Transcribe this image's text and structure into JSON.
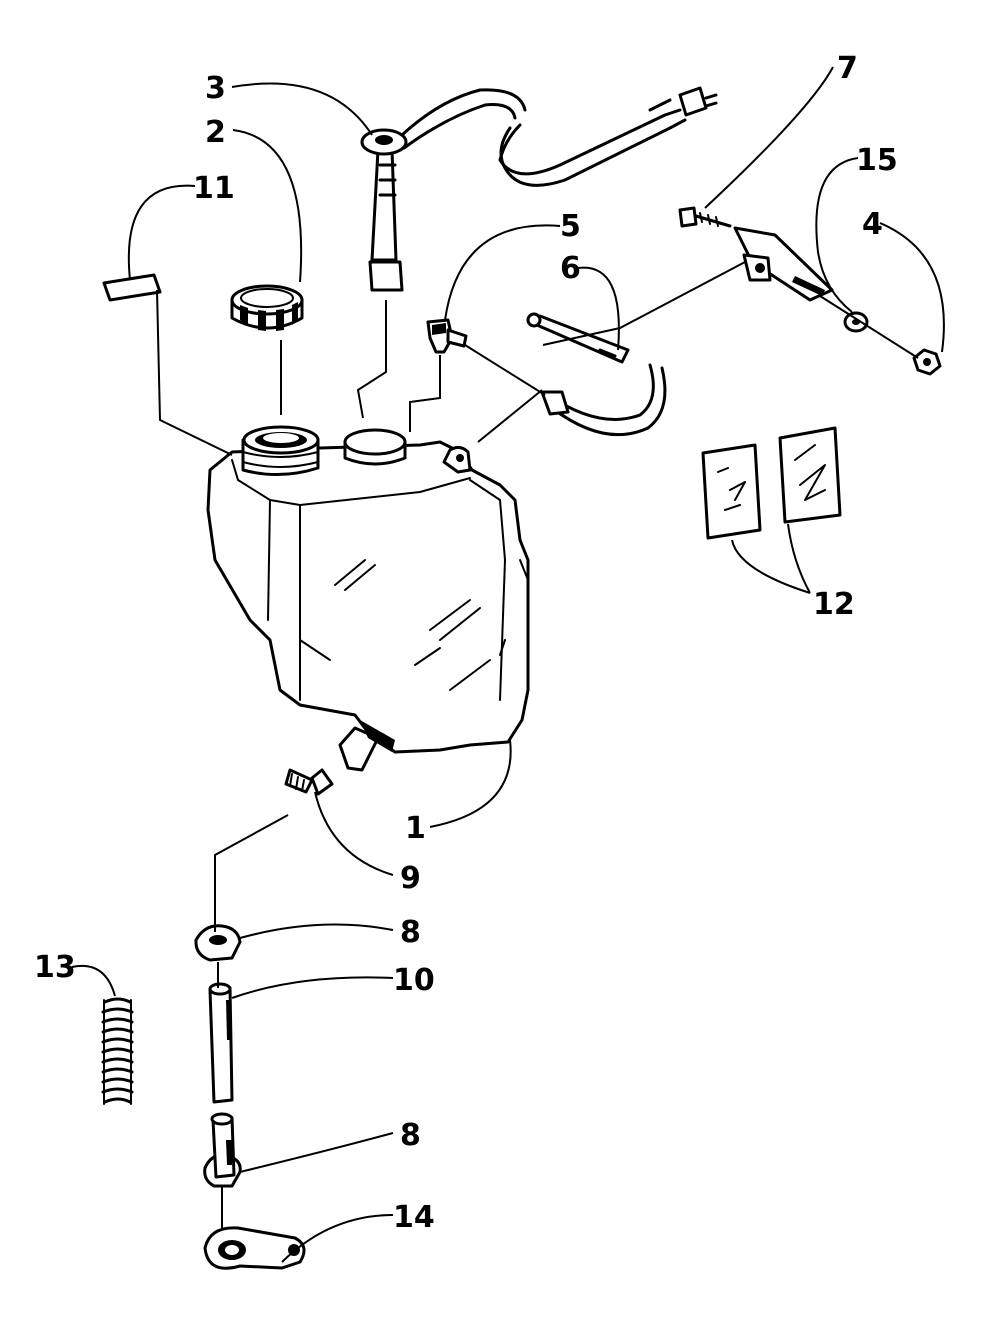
{
  "callouts": [
    {
      "id": "1",
      "text": "1"
    },
    {
      "id": "2",
      "text": "2"
    },
    {
      "id": "3",
      "text": "3"
    },
    {
      "id": "4",
      "text": "4"
    },
    {
      "id": "5",
      "text": "5"
    },
    {
      "id": "6",
      "text": "6"
    },
    {
      "id": "7",
      "text": "7"
    },
    {
      "id": "8a",
      "text": "8"
    },
    {
      "id": "8b",
      "text": "8"
    },
    {
      "id": "9",
      "text": "9"
    },
    {
      "id": "10",
      "text": "10"
    },
    {
      "id": "11",
      "text": "11"
    },
    {
      "id": "12",
      "text": "12"
    },
    {
      "id": "13",
      "text": "13"
    },
    {
      "id": "14",
      "text": "14"
    },
    {
      "id": "15",
      "text": "15"
    }
  ],
  "colors": {
    "ink": "#000000",
    "paper": "#ffffff"
  }
}
